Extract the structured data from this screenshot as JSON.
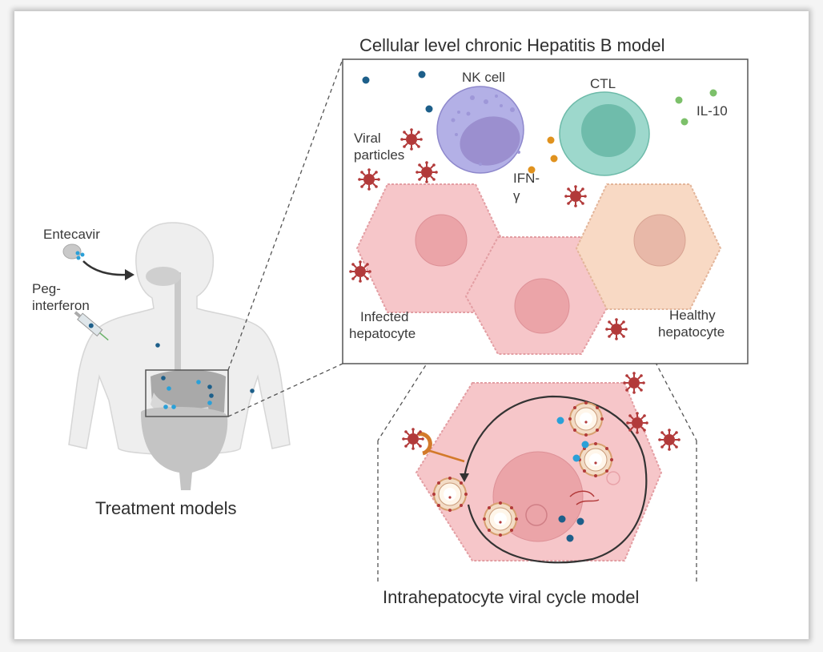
{
  "figure": {
    "titles": {
      "cellular_model": "Cellular level chronic Hepatitis B model",
      "treatment_models": "Treatment models",
      "intrahepatocyte_model": "Intrahepatocyte viral cycle model"
    },
    "treatment_labels": {
      "entecavir": "Entecavir",
      "peg_line1": "Peg-",
      "peg_line2": "interferon"
    },
    "cell_labels": {
      "nk_cell": "NK cell",
      "ctl": "CTL",
      "il10": "IL-10",
      "viral_line1": "Viral",
      "viral_line2": "particles",
      "ifn_line1": "IFN-",
      "ifn_line2": "γ",
      "infected_line1": "Infected",
      "infected_line2": "hepatocyte",
      "healthy_line1": "Healthy",
      "healthy_line2": "hepatocyte"
    },
    "colors": {
      "nk_cell": "#b3b0e6",
      "nk_nucleus": "#9b8fcf",
      "ctl": "#9dd8cc",
      "ctl_nucleus": "#6fbcab",
      "infected_hepatocyte": "#f6c6c9",
      "infected_nucleus": "#eba4a8",
      "healthy_hepatocyte": "#f8d9c4",
      "healthy_nucleus": "#e8b8a8",
      "virus": "#b23a3a",
      "drug_dot_dark": "#1d5f8a",
      "drug_dot_light": "#2aa0d8",
      "ifn_dot": "#e0921e",
      "il10_dot": "#7cc06a",
      "receptor": "#d37a2a"
    }
  }
}
